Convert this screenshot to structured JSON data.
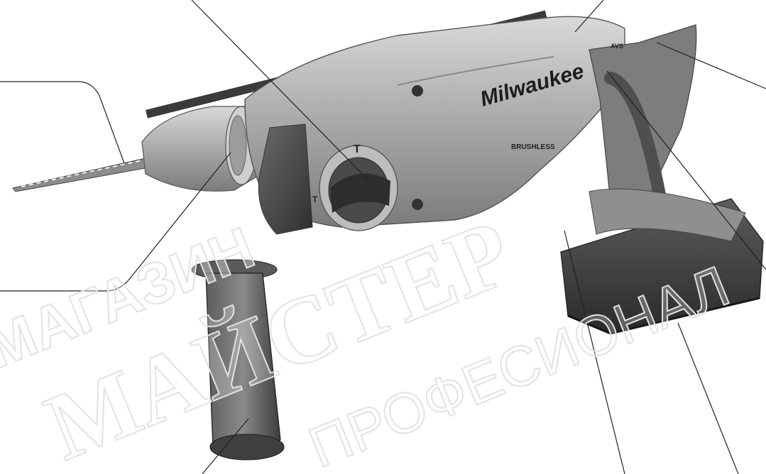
{
  "brand": {
    "logo_text": "Milwaukee",
    "model_label": "BRUSHLESS",
    "battery_badge": "AVS"
  },
  "mode_selector": {
    "mark_top": "T",
    "mark_left": "T"
  },
  "watermark": {
    "line1": "МАГАЗИН",
    "line2": "МАЙСТЕР",
    "line3": "ПРОФЕСИОНАЛ"
  }
}
